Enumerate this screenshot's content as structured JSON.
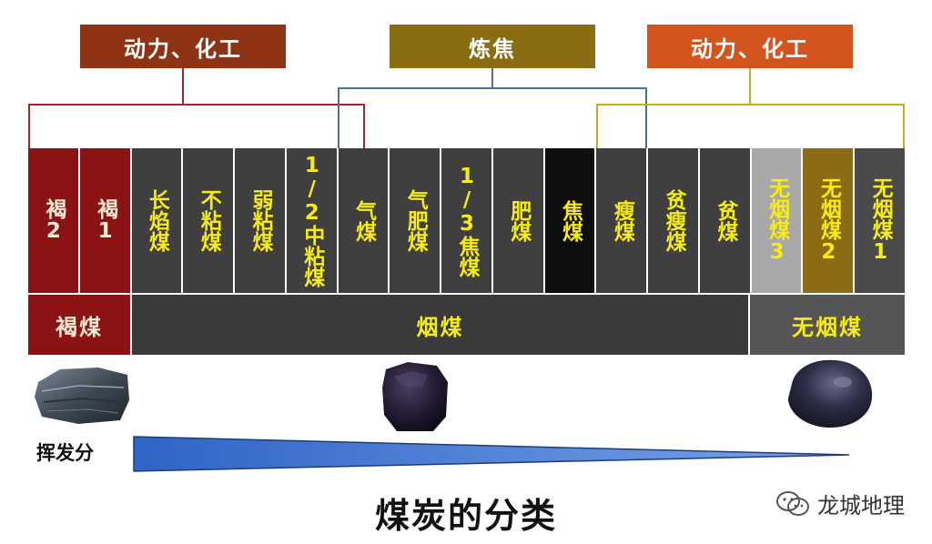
{
  "uses": {
    "left": "动力、化工",
    "center": "炼焦",
    "right": "动力、化工"
  },
  "coal_types": [
    {
      "name": "褐2"
    },
    {
      "name": "褐1"
    },
    {
      "name": "长焰煤"
    },
    {
      "name": "不粘煤"
    },
    {
      "name": "弱粘煤"
    },
    {
      "name": "1/2中粘煤"
    },
    {
      "name": "气煤"
    },
    {
      "name": "气肥煤"
    },
    {
      "name": "1/3焦煤"
    },
    {
      "name": "肥煤"
    },
    {
      "name": "焦煤"
    },
    {
      "name": "瘦煤"
    },
    {
      "name": "贫瘦煤"
    },
    {
      "name": "贫煤"
    },
    {
      "name": "无烟煤3"
    },
    {
      "name": "无烟煤2"
    },
    {
      "name": "无烟煤1"
    }
  ],
  "categories": {
    "lignite": "褐煤",
    "bituminous": "烟煤",
    "anthracite": "无烟煤"
  },
  "volatile_label": "挥发分",
  "title": "煤炭的分类",
  "watermark": "龙城地理",
  "colors": {
    "lignite": "#8b1313",
    "bituminous": "#3f3f3f",
    "coking_coal": "#0e0e0e",
    "anthracite3": "#a8a8a8",
    "anthracite2": "#8c6b14",
    "label_yellow": "#f6ec12",
    "use_left": "#8e3414",
    "use_center": "#8a6c12",
    "use_right": "#d4541d",
    "connector_left": "#9b2a2a",
    "connector_center": "#4d6f93",
    "connector_right": "#c6a92a",
    "wedge_blue": "#3a6cc8"
  }
}
